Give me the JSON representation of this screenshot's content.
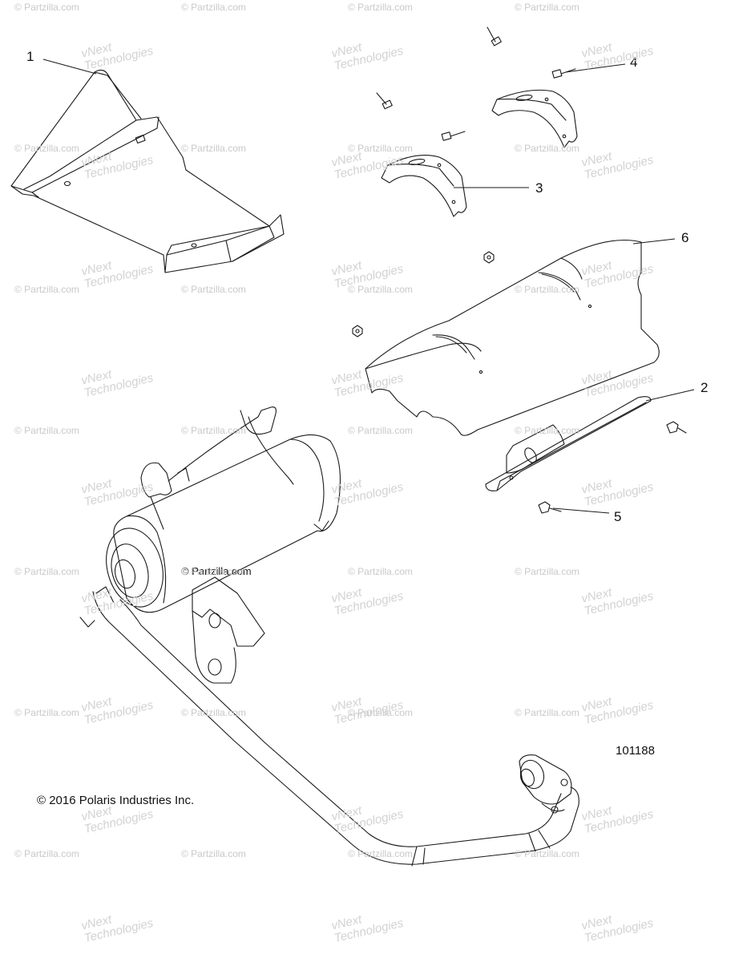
{
  "callouts": [
    "1",
    "2",
    "3",
    "4",
    "5",
    "6"
  ],
  "figure_number": "101188",
  "copyright": "© 2016 Polaris Industries Inc.",
  "center_watermark": "© Partzilla.com",
  "watermark_partzilla": "© Partzilla.com",
  "watermark_vnext_line1": "vNext",
  "watermark_vnext_line2": "Technologies"
}
